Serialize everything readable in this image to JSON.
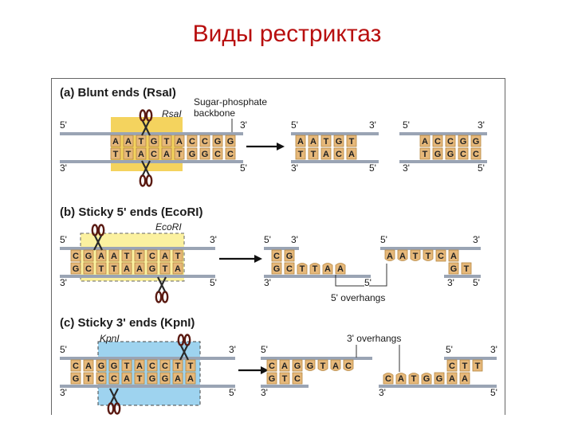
{
  "title": "Виды рестриктаз",
  "panels": {
    "a": {
      "header": "(a) Blunt ends (RsaI)",
      "enzyme": "RsaI",
      "backbone_label_1": "Sugar-phosphate",
      "backbone_label_2": "backbone",
      "top_strand": [
        "A",
        "A",
        "T",
        "G",
        "T",
        "A",
        "C",
        "C",
        "G",
        "G"
      ],
      "bottom_strand": [
        "T",
        "T",
        "A",
        "C",
        "A",
        "T",
        "G",
        "G",
        "C",
        "C"
      ],
      "product_left_top": [
        "A",
        "A",
        "T",
        "G",
        "T"
      ],
      "product_left_bottom": [
        "T",
        "T",
        "A",
        "C",
        "A"
      ],
      "product_right_top": [
        "A",
        "C",
        "C",
        "G",
        "G"
      ],
      "product_right_bottom": [
        "T",
        "G",
        "G",
        "C",
        "C"
      ]
    },
    "b": {
      "header": "(b) Sticky 5' ends (EcoRI)",
      "enzyme": "EcoRI",
      "top_strand": [
        "C",
        "G",
        "A",
        "A",
        "T",
        "T",
        "C",
        "A",
        "T"
      ],
      "bottom_strand": [
        "G",
        "C",
        "T",
        "T",
        "A",
        "A",
        "G",
        "T",
        "A"
      ],
      "product_left_top": [
        "C",
        "G"
      ],
      "product_left_bottom": [
        "G",
        "C",
        "T",
        "T",
        "A",
        "A"
      ],
      "product_right_top": [
        "A",
        "A",
        "T",
        "T",
        "C",
        "A"
      ],
      "product_right_bottom": [
        "G",
        "T"
      ],
      "overhang_label": "5' overhangs"
    },
    "c": {
      "header": "(c) Sticky 3' ends (KpnI)",
      "enzyme": "KpnI",
      "top_strand": [
        "C",
        "A",
        "G",
        "G",
        "T",
        "A",
        "C",
        "C",
        "T",
        "T"
      ],
      "bottom_strand": [
        "G",
        "T",
        "C",
        "C",
        "A",
        "T",
        "G",
        "G",
        "A",
        "A"
      ],
      "product_left_top": [
        "C",
        "A",
        "G",
        "G",
        "T",
        "A",
        "C"
      ],
      "product_left_bottom": [
        "G",
        "T",
        "C"
      ],
      "product_right_top": [
        "C",
        "T",
        "T"
      ],
      "product_right_bottom": [
        "C",
        "A",
        "T",
        "G",
        "G",
        "A",
        "A"
      ],
      "overhang_label": "3' overhangs"
    }
  },
  "end_labels": {
    "five": "5'",
    "three": "3'"
  },
  "colors": {
    "tile": "#e6b87a",
    "tile_border": "#b58640",
    "backbone": "#9aa4b4",
    "highlight_a": "#f4d35e",
    "highlight_b": "#fbf1a0",
    "highlight_c": "#9ed3ef",
    "title": "#b80f0f"
  }
}
